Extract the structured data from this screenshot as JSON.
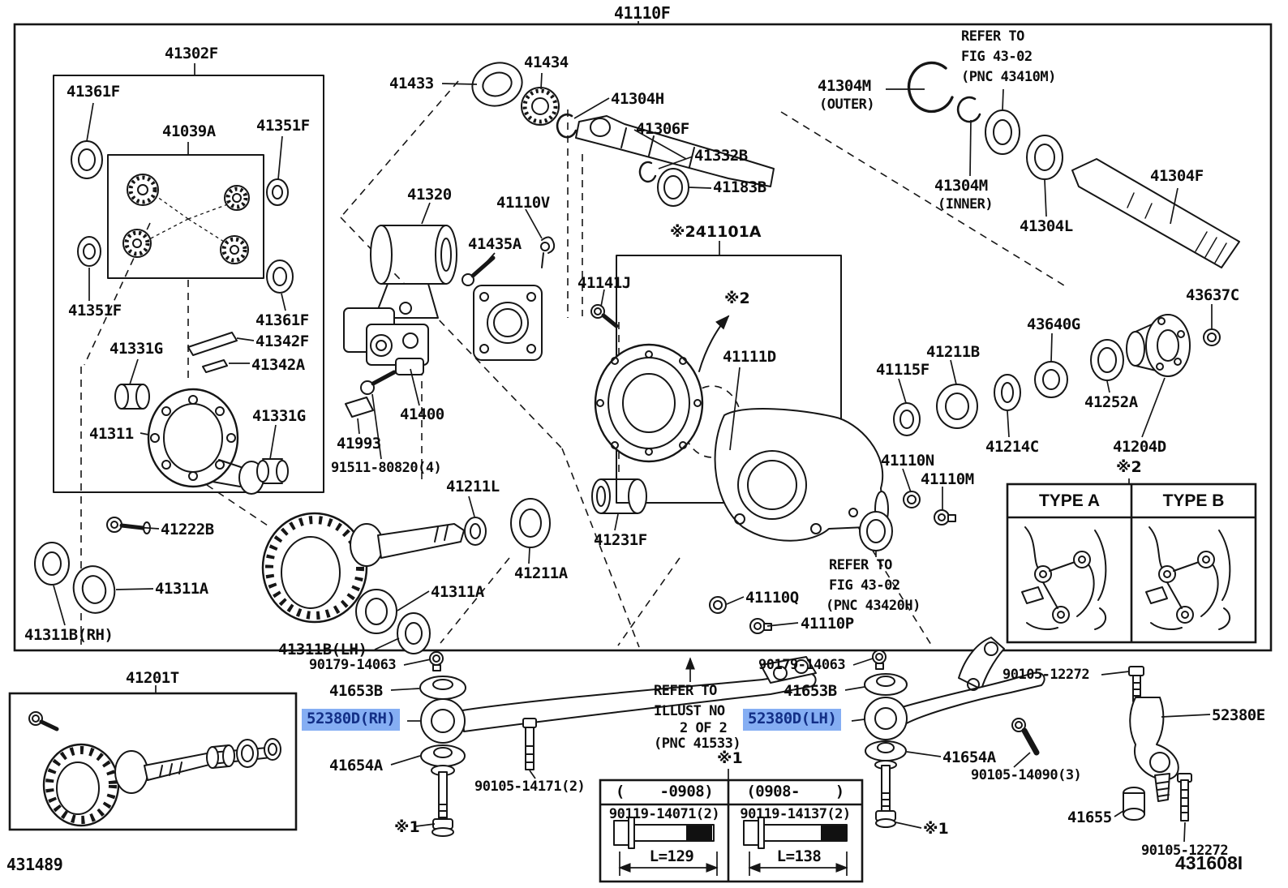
{
  "diagram": {
    "title": "41110F",
    "code_bottom_left": "431489",
    "code_bottom_right": "431608I"
  },
  "highlight": {
    "bg": "#85aef3",
    "fg": "#132f86"
  },
  "labels": {
    "p41302F": "41302F",
    "p41361F_a": "41361F",
    "p41039A": "41039A",
    "p41351F_a": "41351F",
    "p41433": "41433",
    "p41434": "41434",
    "p41304H": "41304H",
    "p41306F": "41306F",
    "p41332B": "41332B",
    "p41183B": "41183B",
    "p41304M_outer": "41304M",
    "sub_outer": "(OUTER)",
    "p41304M_inner": "41304M",
    "sub_inner": "(INNER)",
    "p41304L": "41304L",
    "p41304F": "41304F",
    "p41320": "41320",
    "p41110V": "41110V",
    "p41435A": "41435A",
    "p41141J": "41141J",
    "p41101A": "※241101A",
    "ref2_box": "※2",
    "p41111D": "41111D",
    "p41115F": "41115F",
    "p41211B": "41211B",
    "p43640G": "43640G",
    "p43637C": "43637C",
    "p41252A": "41252A",
    "p41214C": "41214C",
    "p41204D": "41204D",
    "p41110N": "41110N",
    "p41110M": "41110M",
    "ref2_table": "※2",
    "p41351F_b": "41351F",
    "p41331G_a": "41331G",
    "p41361F_b": "41361F",
    "p41342F": "41342F",
    "p41342A": "41342A",
    "p41311": "41311",
    "p41331G_b": "41331G",
    "p41400": "41400",
    "p41993": "41993",
    "p91511": "91511-80820(4)",
    "p41211L": "41211L",
    "p41222B": "41222B",
    "p41211A": "41211A",
    "p41231F": "41231F",
    "p41311A_a": "41311A",
    "p41311B_RH": "41311B(RH)",
    "p41311A_b": "41311A",
    "p41311B_LH": "41311B(LH)",
    "p41110Q": "41110Q",
    "p41110P": "41110P",
    "p41201T": "41201T",
    "p90179_a": "90179-14063",
    "p41653B_a": "41653B",
    "p52380D_RH": "52380D(RH)",
    "p41654A_a": "41654A",
    "p90105_14171": "90105-14171(2)",
    "ref1_a": "※1",
    "p90179_b": "90179-14063",
    "p41653B_b": "41653B",
    "p52380D_LH": "52380D(LH)",
    "p41654A_b": "41654A",
    "p90105_14090": "90105-14090(3)",
    "ref1_b": "※1",
    "ref1_c": "※1",
    "p90105_12272_a": "90105-12272",
    "p52380E": "52380E",
    "p41655": "41655",
    "p90105_12272_b": "90105-12272"
  },
  "notes": {
    "refer_fig_top": [
      "REFER TO",
      "FIG 43-02",
      "(PNC 43410M)"
    ],
    "refer_fig_mid": [
      "REFER TO",
      "FIG 43-02",
      "(PNC 43420H)"
    ],
    "refer_illust": [
      "REFER TO",
      "ILLUST NO",
      "2 OF 2",
      "(PNC 41533)"
    ]
  },
  "type_table": {
    "type_a": "TYPE A",
    "type_b": "TYPE B"
  },
  "bolt_table": {
    "header_left": "(    -0908)",
    "header_right": "(0908-    )",
    "part_left": "90119-14071(2)",
    "part_right": "90119-14137(2)",
    "len_left": "L=129",
    "len_right": "L=138"
  }
}
